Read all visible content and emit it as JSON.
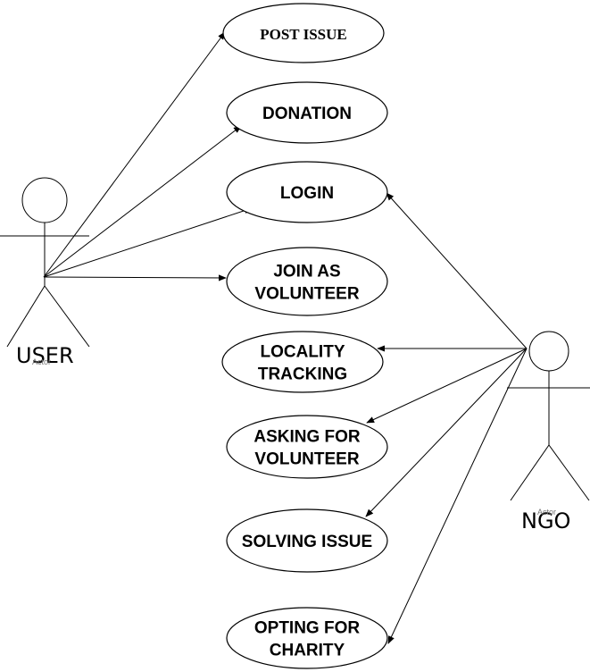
{
  "actors": {
    "user": {
      "name": "USER",
      "tag": "Actor"
    },
    "ngo": {
      "name": "NGO",
      "tag": "Actor"
    }
  },
  "use_cases": [
    {
      "id": "post-issue",
      "lines": [
        "POST ISSUE"
      ]
    },
    {
      "id": "donation",
      "lines": [
        "DONATION"
      ]
    },
    {
      "id": "login",
      "lines": [
        "LOGIN"
      ]
    },
    {
      "id": "join-as-volunteer",
      "lines": [
        "JOIN AS",
        "VOLUNTEER"
      ]
    },
    {
      "id": "locality-tracking",
      "lines": [
        "LOCALITY",
        "TRACKING"
      ]
    },
    {
      "id": "asking-for-volunteer",
      "lines": [
        "ASKING FOR",
        "VOLUNTEER"
      ]
    },
    {
      "id": "solving-issue",
      "lines": [
        "SOLVING ISSUE"
      ]
    },
    {
      "id": "opting-for-charity",
      "lines": [
        "OPTING FOR",
        "CHARITY"
      ]
    }
  ],
  "associations": [
    {
      "from": "user",
      "to": "post-issue"
    },
    {
      "from": "user",
      "to": "donation"
    },
    {
      "from": "user",
      "to": "login"
    },
    {
      "from": "user",
      "to": "join-as-volunteer"
    },
    {
      "from": "ngo",
      "to": "login"
    },
    {
      "from": "ngo",
      "to": "locality-tracking"
    },
    {
      "from": "ngo",
      "to": "asking-for-volunteer"
    },
    {
      "from": "ngo",
      "to": "solving-issue"
    },
    {
      "from": "ngo",
      "to": "opting-for-charity"
    }
  ]
}
